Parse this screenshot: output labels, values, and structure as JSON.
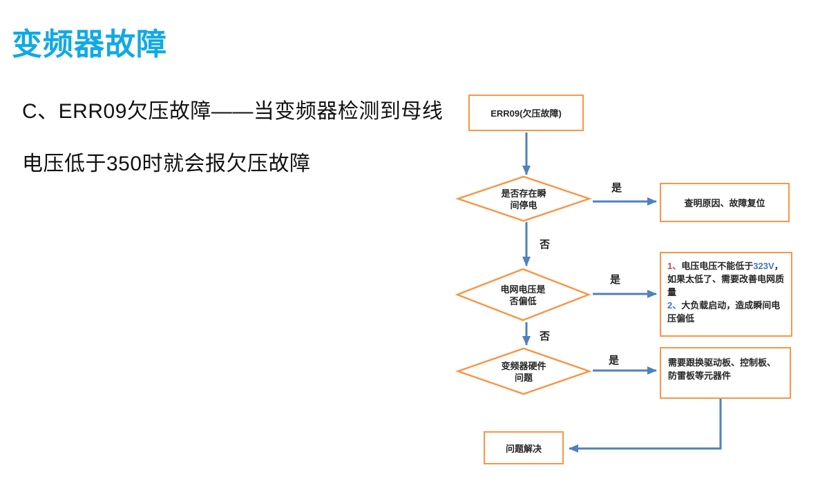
{
  "page": {
    "title": "变频器故障",
    "body_line1": "C、ERR09欠压故障——当变频器检测到母线",
    "body_line2": "电压低于350时就会报欠压故障"
  },
  "colors": {
    "title": "#0FAAE4",
    "shape_border": "#F79646",
    "arrow": "#4E81BD",
    "highlight_red": "#C0504D",
    "highlight_blue": "#4472C4",
    "text": "#1A1A1A"
  },
  "flowchart": {
    "start_box": "ERR09(欠压故障)",
    "decision1": {
      "line1": "是否存在瞬",
      "line2": "间停电"
    },
    "result1": "查明原因、故障复位",
    "decision2": {
      "line1": "电网电压是",
      "line2": "否偏低"
    },
    "result2": {
      "item1_num": "1、",
      "item1_pre": "电压电压不能低于",
      "item1_value": "323V",
      "item1_post": "，如果太低了、需要改善电网质量",
      "item2_num": "2、",
      "item2_text": "大负载启动，造成瞬间电压偏低"
    },
    "decision3": {
      "line1": "变频器硬件",
      "line2": "问题"
    },
    "result3": "需要跟换驱动板、控制板、防雷板等元器件",
    "end_box": "问题解决",
    "labels": {
      "yes1": "是",
      "no1": "否",
      "yes2": "是",
      "no2": "否",
      "yes3": "是"
    }
  }
}
